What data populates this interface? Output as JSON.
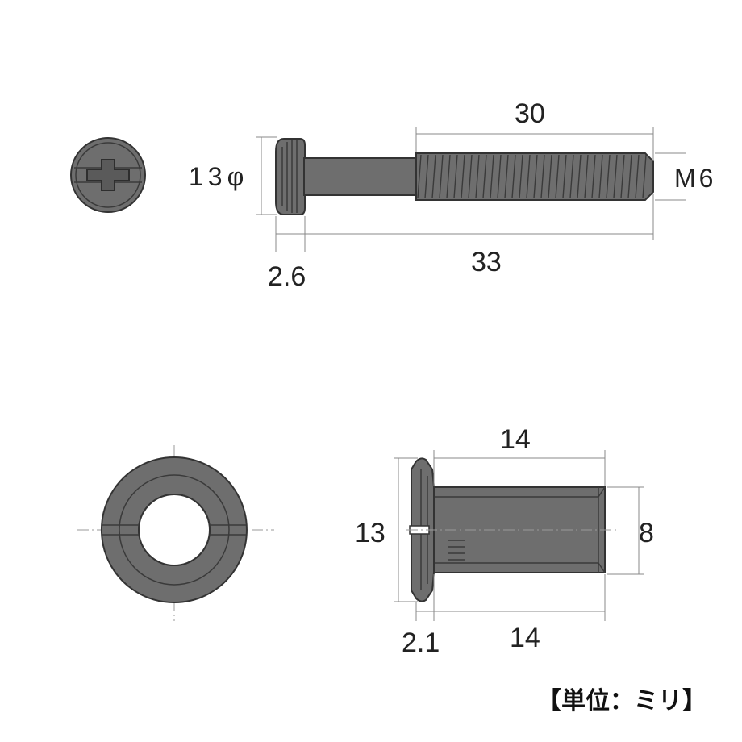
{
  "colors": {
    "part_fill": "#6e6e6e",
    "part_outline": "#333333",
    "dimension_line": "#888888",
    "text": "#222222"
  },
  "bolt": {
    "head_diameter_label": "13φ",
    "thread_length_label": "30",
    "total_length_label": "33",
    "head_thickness_label": "2.6",
    "thread_size_label": "M6"
  },
  "sleeve": {
    "flange_diameter_label": "13",
    "body_length_top_label": "14",
    "body_length_bottom_label": "14",
    "flange_thickness_label": "2.1",
    "body_diameter_label": "8"
  },
  "unit_label": "【単位：ミリ】"
}
